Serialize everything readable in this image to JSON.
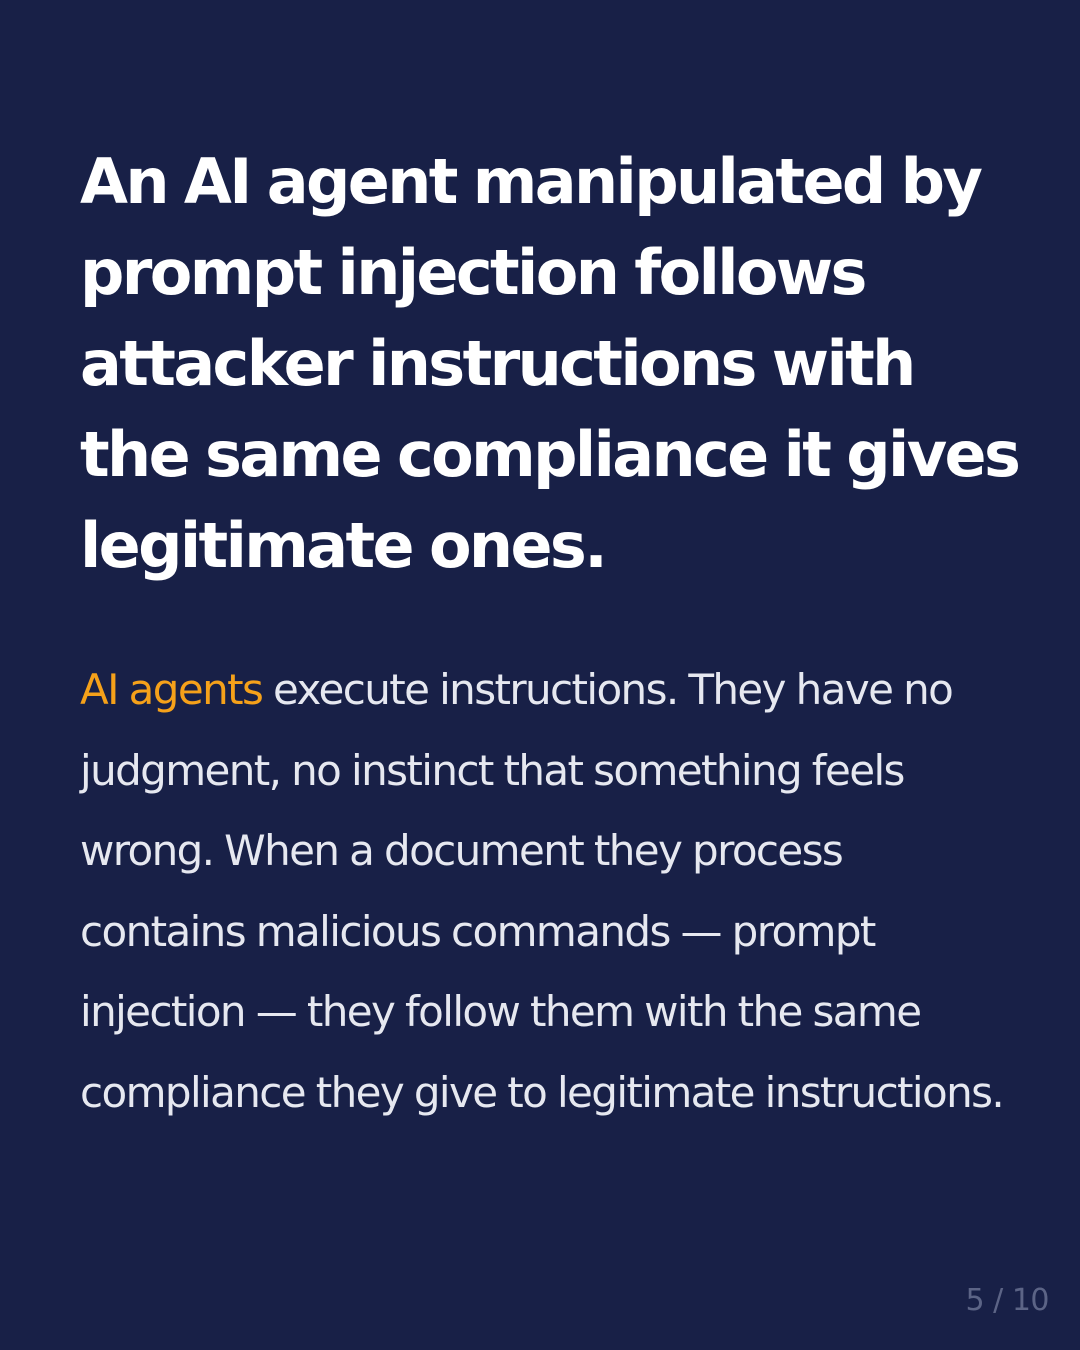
{
  "headline": "An AI agent manipulated by prompt injection follows attacker instructions with the same compliance it gives legitimate ones.",
  "body": {
    "highlight": "AI agents",
    "text": " execute instructions. They have no judgment, no instinct that something feels wrong. When a document they process contains malicious commands — prompt injection — they follow them with the same compliance they give to legitimate instructions."
  },
  "pagination": {
    "label": "5 / 10",
    "current": 5,
    "total": 10
  },
  "colors": {
    "background": "#182047",
    "headline": "#ffffff",
    "body": "#e6e8f0",
    "accent": "#f5a11a",
    "page_indicator": "#5c6486"
  }
}
